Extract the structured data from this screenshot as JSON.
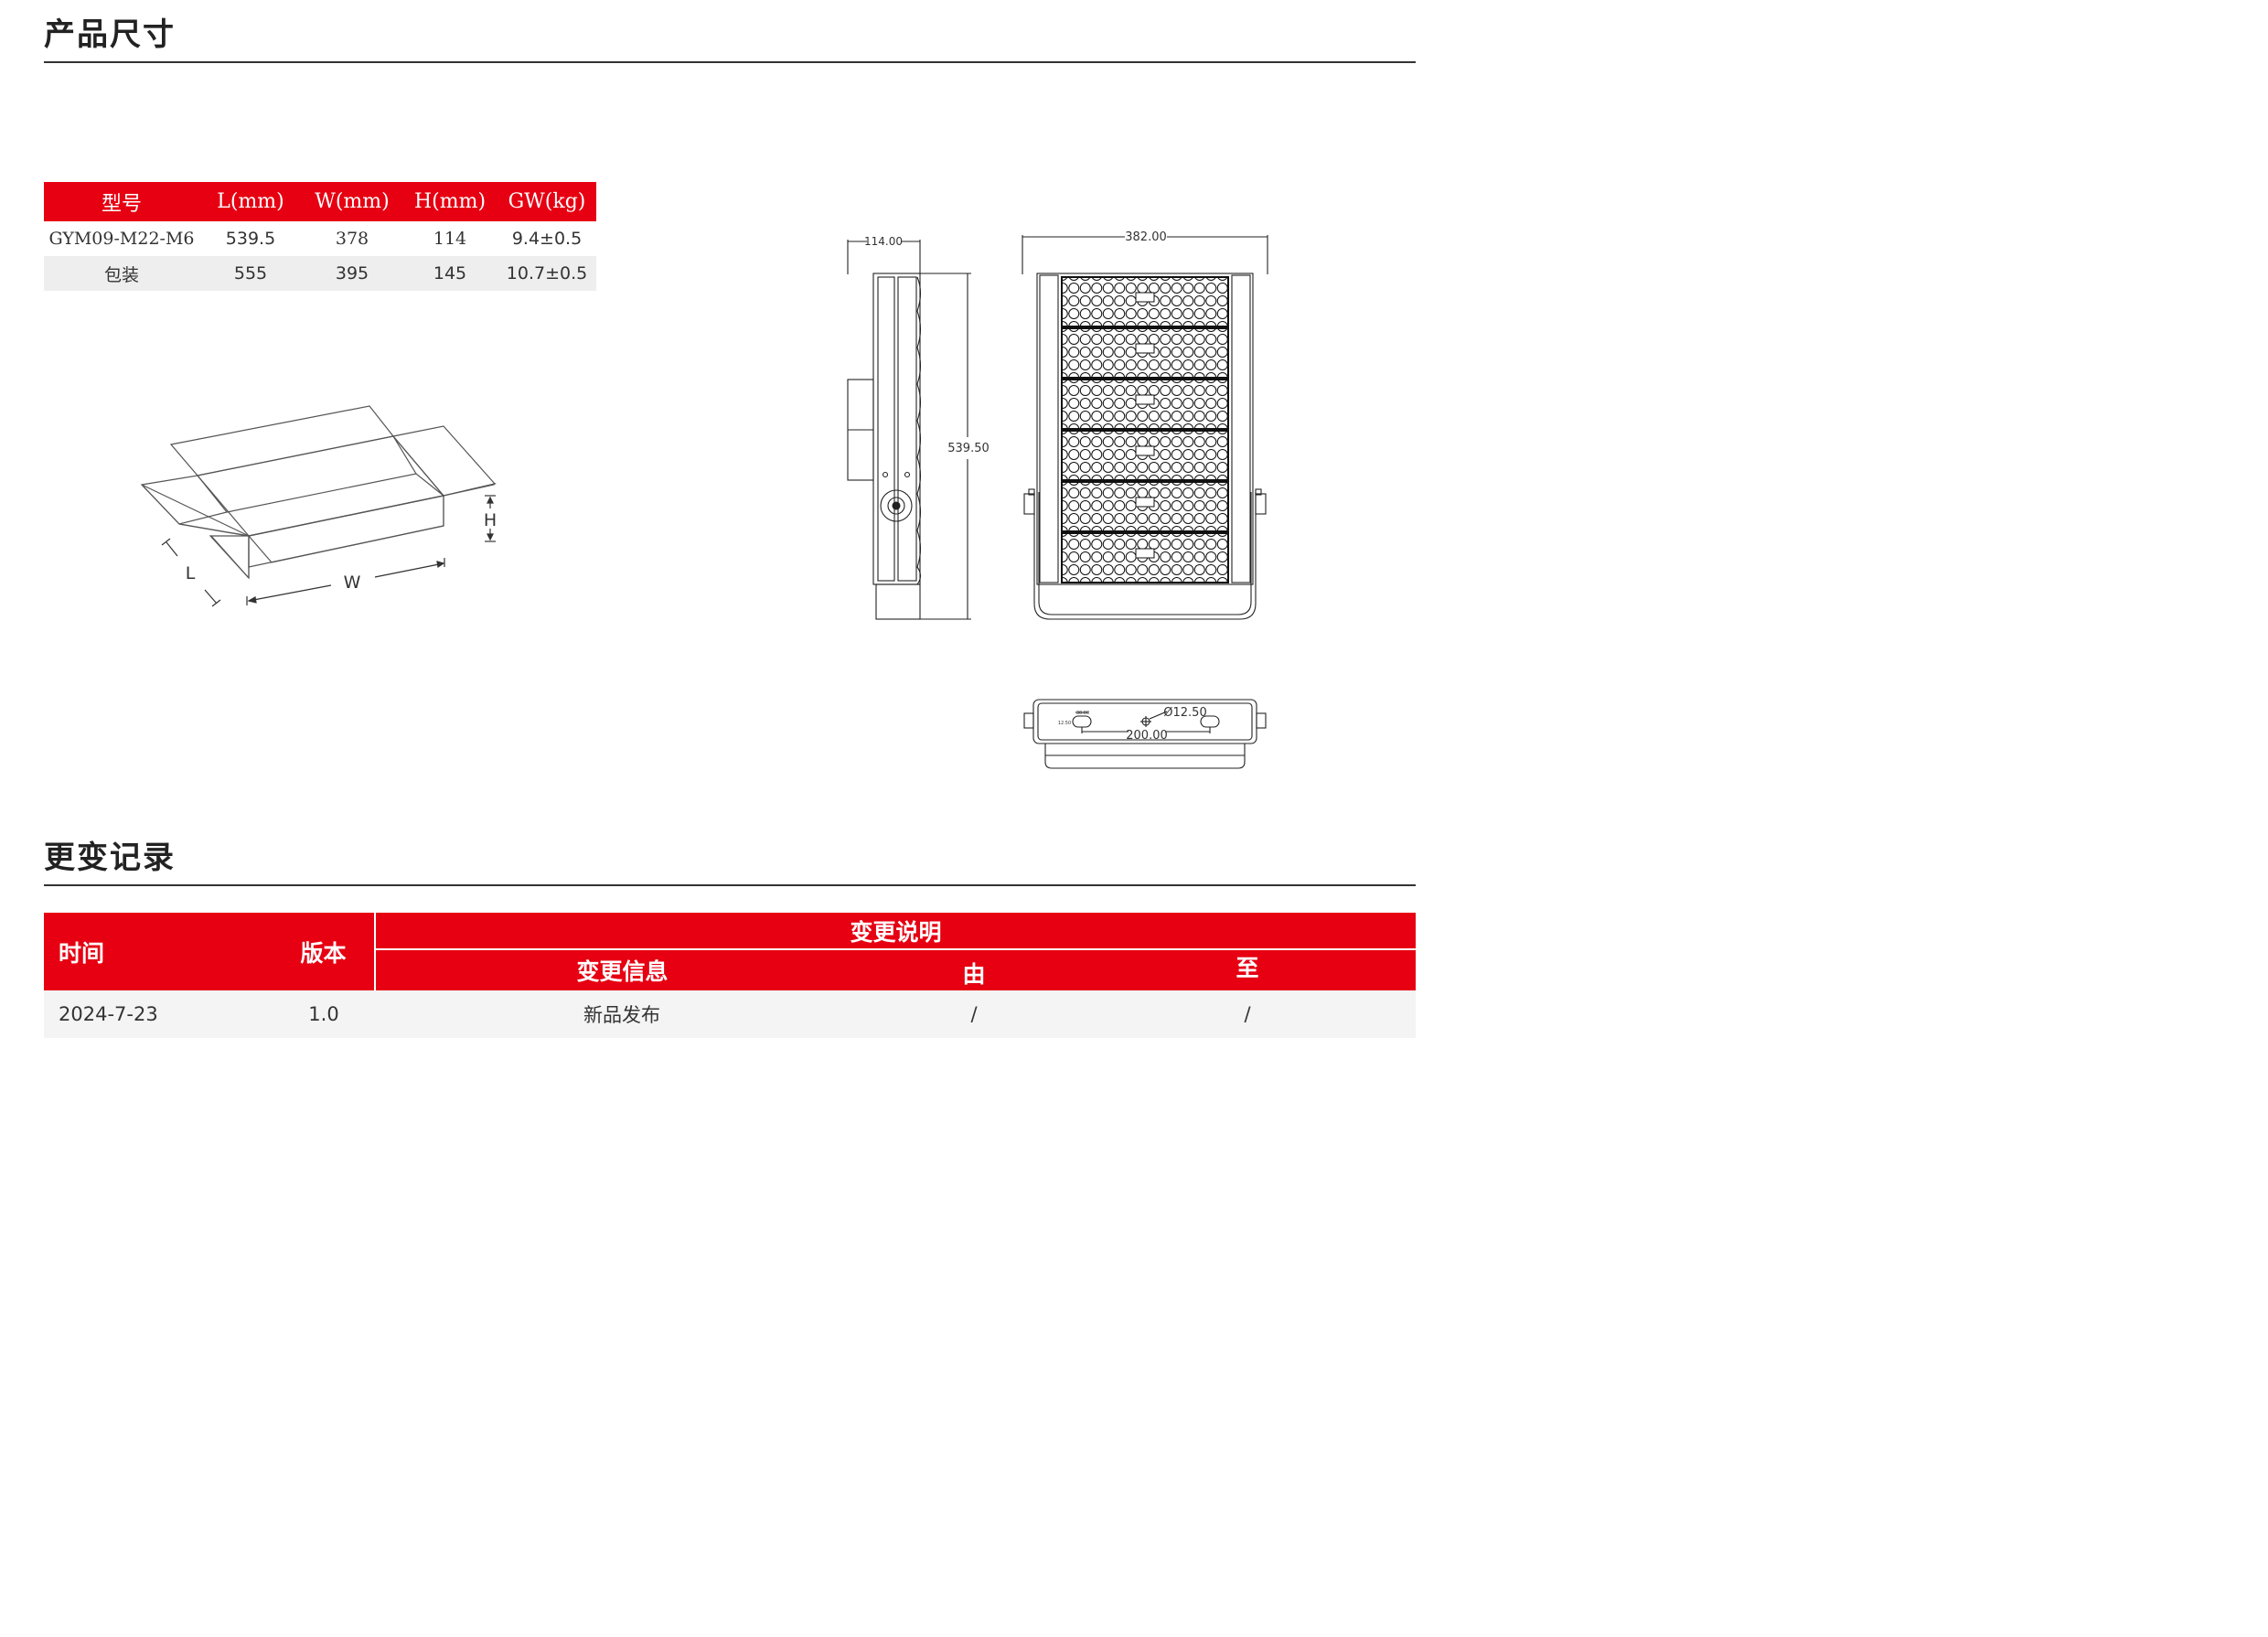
{
  "sections": {
    "dimensions_title": "产品尺寸",
    "changelog_title": "更变记录"
  },
  "spec_table": {
    "headers": [
      "型号",
      "L(mm)",
      "W(mm)",
      "H(mm)",
      "GW(kg)"
    ],
    "rows": [
      [
        "GYM09-M22-M6",
        "539.5",
        "378",
        "114",
        "9.4±0.5"
      ],
      [
        "包装",
        "555",
        "395",
        "145",
        "10.7±0.5"
      ]
    ]
  },
  "box_diagram": {
    "label_l": "L",
    "label_w": "W",
    "label_h": "H"
  },
  "drawing": {
    "side_width": "114.00",
    "front_width": "382.00",
    "height": "539.50",
    "hole_diameter": "Ø12.50",
    "hole_spacing": "200.00",
    "slot_width": "30.00",
    "slot_height": "12.50"
  },
  "changelog": {
    "headers": {
      "time": "时间",
      "version": "版本",
      "description": "变更说明",
      "info": "变更信息",
      "from": "由",
      "to": "至"
    },
    "rows": [
      {
        "time": "2024-7-23",
        "version": "1.0",
        "info": "新品发布",
        "from": "/",
        "to": "/"
      }
    ]
  }
}
